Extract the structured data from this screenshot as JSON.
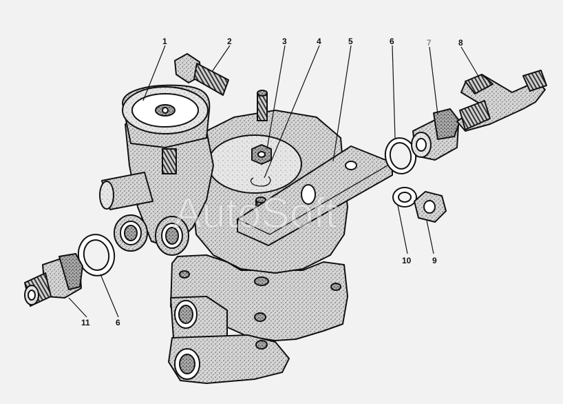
{
  "watermark": "AutoSoft",
  "labels": [
    {
      "id": "1",
      "text": "1"
    },
    {
      "id": "2",
      "text": "2"
    },
    {
      "id": "3",
      "text": "3"
    },
    {
      "id": "4",
      "text": "4"
    },
    {
      "id": "5",
      "text": "5"
    },
    {
      "id": "6a",
      "text": "6"
    },
    {
      "id": "7",
      "text": "7"
    },
    {
      "id": "8",
      "text": "8"
    },
    {
      "id": "9",
      "text": "9"
    },
    {
      "id": "10",
      "text": "10"
    },
    {
      "id": "11",
      "text": "11"
    },
    {
      "id": "6b",
      "text": "6"
    }
  ]
}
